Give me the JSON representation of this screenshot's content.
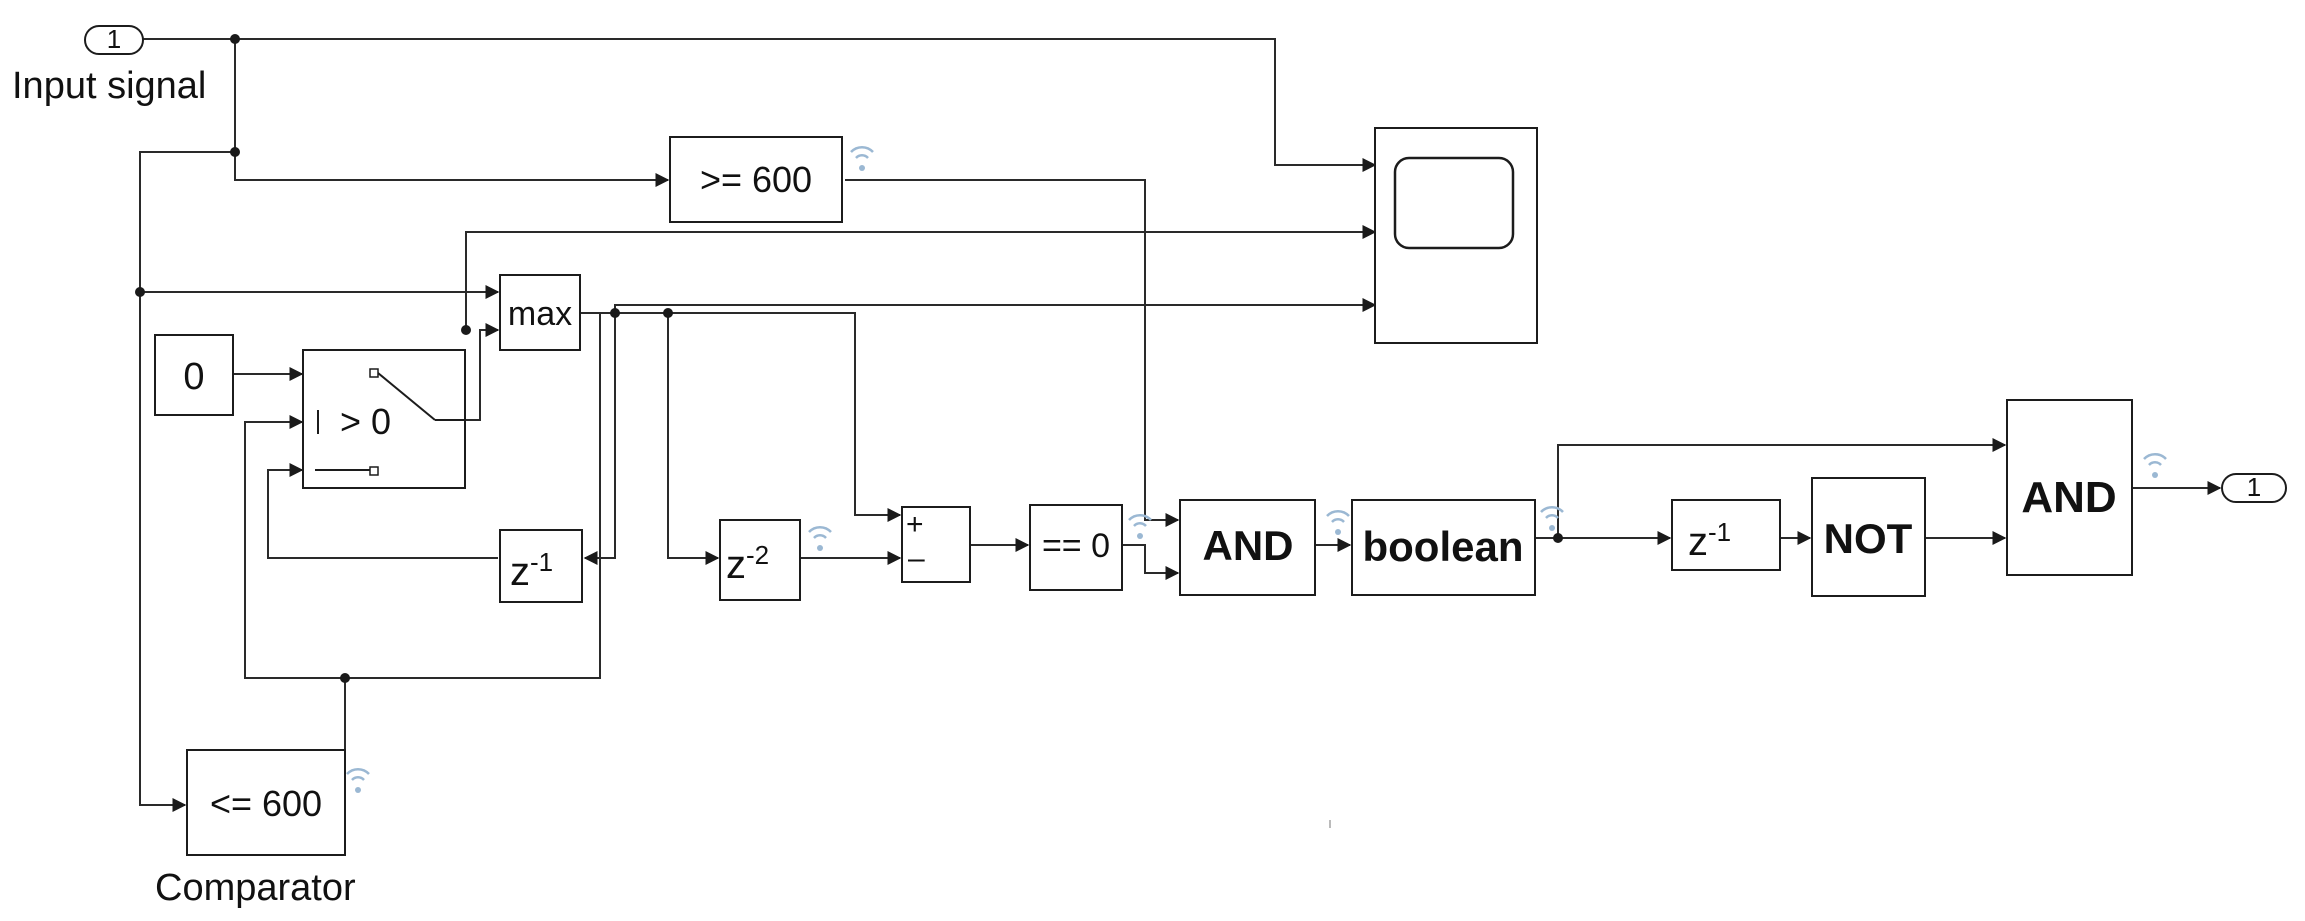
{
  "diagram": {
    "labels": {
      "input_port_number": "1",
      "input_port_name": "Input signal",
      "output_port_number": "1",
      "comparator_name": "Comparator"
    },
    "blocks": {
      "ge600": ">= 600",
      "le600": "<= 600",
      "max": "max",
      "constant": "0",
      "switch_criteria": "> 0",
      "delay1_base": "z",
      "delay1_exp": "-1",
      "delay2_base": "z",
      "delay2_exp": "-2",
      "sum_plus": "+",
      "sum_minus": "–",
      "eq0": "== 0",
      "and1": "AND",
      "boolean": "boolean",
      "delay3_base": "z",
      "delay3_exp": "-1",
      "not": "NOT",
      "and2": "AND"
    },
    "colors": {
      "line": "#2a2a2a",
      "block_border": "#1c1c1c",
      "signal_icon": "#9bb8d3"
    }
  }
}
